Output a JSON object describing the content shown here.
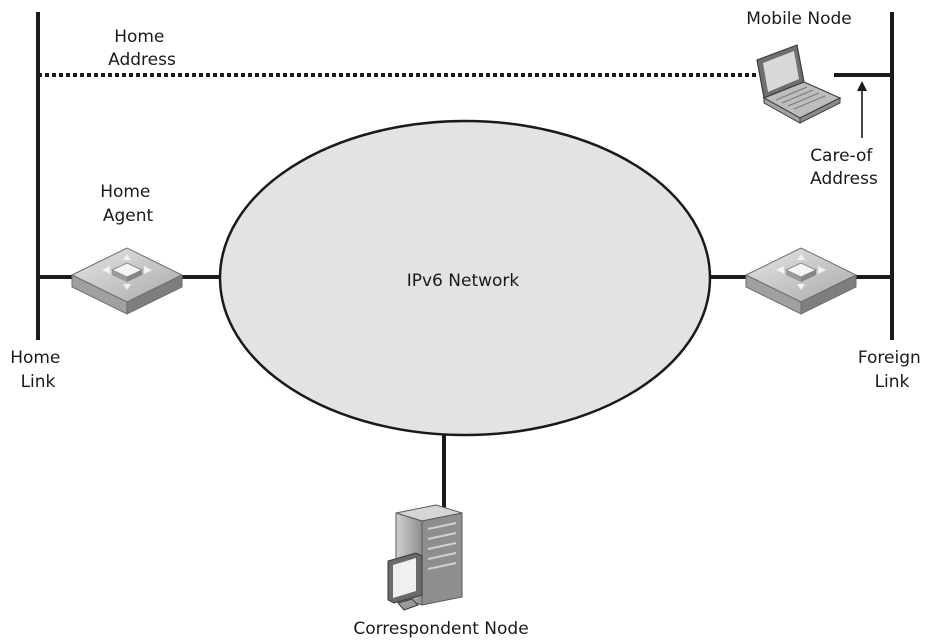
{
  "labels": {
    "home_address": [
      "Home",
      "Address"
    ],
    "mobile_node": "Mobile Node",
    "care_of_address": [
      "Care-of",
      "Address"
    ],
    "home_agent": [
      "Home",
      "Agent"
    ],
    "network": "IPv6 Network",
    "home_link": [
      "Home",
      "Link"
    ],
    "foreign_link": [
      "Foreign",
      "Link"
    ],
    "correspondent_node": "Correspondent Node"
  },
  "colors": {
    "line": "#1a1a1a",
    "network_fill": "#e3e3e3",
    "router_light": "#d4d4d4",
    "router_dark": "#8a8a8a"
  },
  "icons": [
    "laptop-icon",
    "router-icon",
    "server-icon",
    "arrow-up-icon"
  ]
}
